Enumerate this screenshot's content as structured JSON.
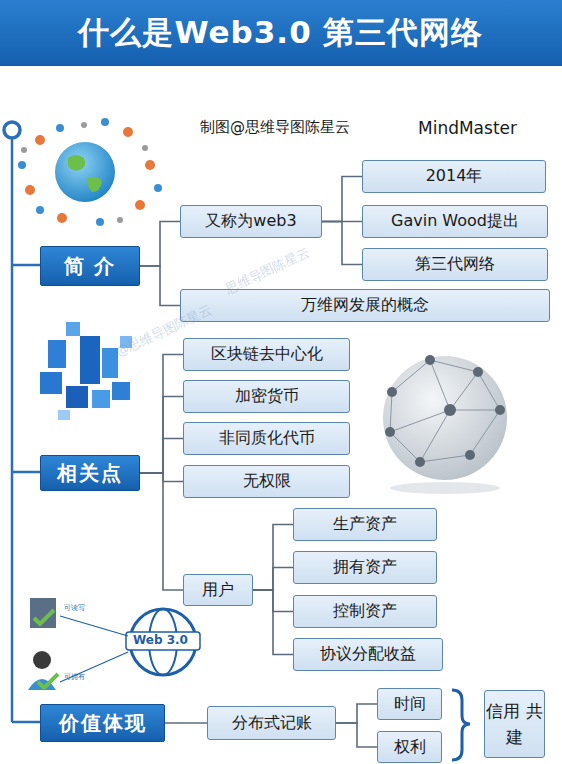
{
  "diagram": {
    "title": "什么是Web3.0 第三代网络",
    "nodes": [
      {
        "text": [
          "简 介"
        ]
      },
      {
        "text": [
          "又称为web3"
        ]
      },
      {
        "text": [
          "2014年"
        ]
      },
      {
        "text": [
          "Gavin Wood提出"
        ]
      },
      {
        "text": [
          "第三代网络"
        ]
      },
      {
        "text": [
          "万维网发展的概念"
        ]
      },
      {
        "text": [
          "相关点"
        ]
      },
      {
        "text": [
          "区块链去中心化"
        ]
      },
      {
        "text": [
          "加密货币"
        ]
      },
      {
        "text": [
          "非同质化代币"
        ]
      },
      {
        "text": [
          "无权限"
        ]
      },
      {
        "text": [
          "用户"
        ]
      },
      {
        "text": [
          "生产资产"
        ]
      },
      {
        "text": [
          "拥有资产"
        ]
      },
      {
        "text": [
          "控制资产"
        ]
      },
      {
        "text": [
          "协议分配收益"
        ]
      },
      {
        "text": [
          "价值体现"
        ]
      },
      {
        "text": [
          "分布式记账"
        ]
      },
      {
        "text": [
          "时间"
        ]
      },
      {
        "text": [
          "权利"
        ]
      },
      {
        "text": [
          "信用 共建"
        ]
      }
    ],
    "edges": [
      {
        "from": 0,
        "to": 1,
        "arrow": "none"
      },
      {
        "from": 0,
        "to": 5,
        "arrow": "none"
      },
      {
        "from": 1,
        "to": 2,
        "arrow": "none"
      },
      {
        "from": 1,
        "to": 3,
        "arrow": "none"
      },
      {
        "from": 1,
        "to": 4,
        "arrow": "none"
      },
      {
        "from": 6,
        "to": 7,
        "arrow": "none"
      },
      {
        "from": 6,
        "to": 8,
        "arrow": "none"
      },
      {
        "from": 6,
        "to": 9,
        "arrow": "none"
      },
      {
        "from": 6,
        "to": 10,
        "arrow": "none"
      },
      {
        "from": 6,
        "to": 11,
        "arrow": "none"
      },
      {
        "from": 11,
        "to": 12,
        "arrow": "none"
      },
      {
        "from": 11,
        "to": 13,
        "arrow": "none"
      },
      {
        "from": 11,
        "to": 14,
        "arrow": "none"
      },
      {
        "from": 11,
        "to": 15,
        "arrow": "none"
      },
      {
        "from": 16,
        "to": 17,
        "arrow": "none"
      },
      {
        "from": 17,
        "to": 18,
        "arrow": "none"
      },
      {
        "from": 17,
        "to": 19,
        "arrow": "none"
      }
    ],
    "labels": [
      "制图@思维导图陈星云",
      "MindMaster",
      "可读写",
      "可拥有",
      "Web 3.0",
      "@思维导图陈星云",
      "思维导图陈星云"
    ]
  }
}
